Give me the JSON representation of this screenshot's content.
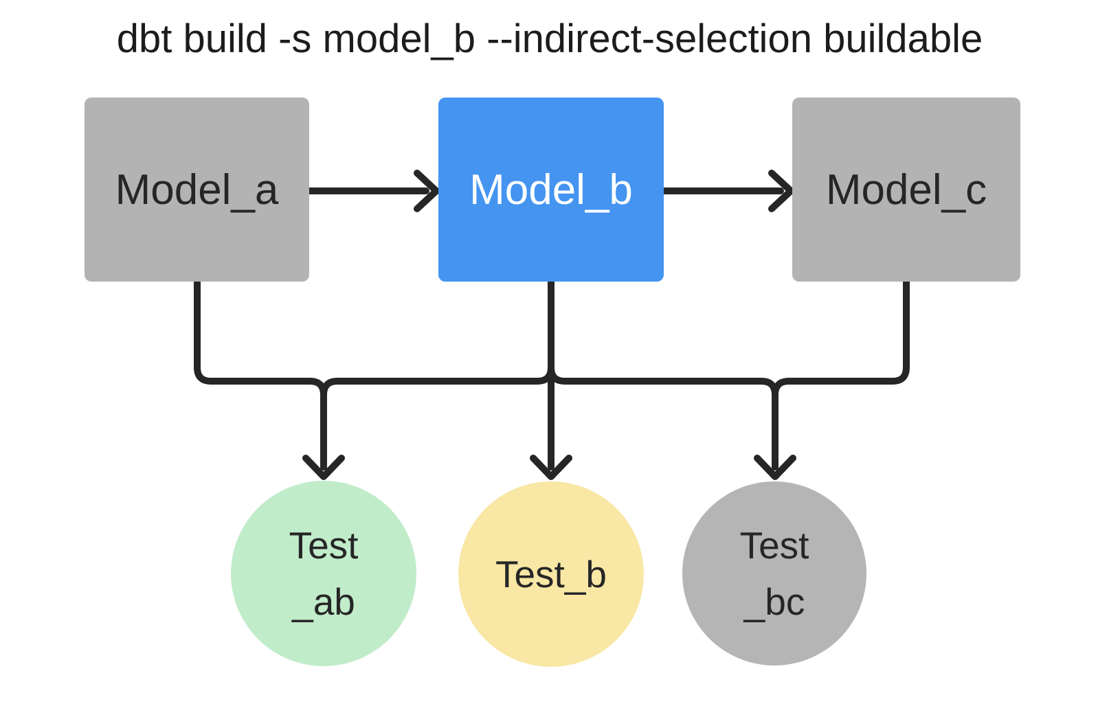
{
  "title": "dbt build -s model_b --indirect-selection buildable",
  "highlighted_node": "model_b",
  "nodes": {
    "model_a": {
      "label": "Model_a",
      "type": "model",
      "state": "unselected"
    },
    "model_b": {
      "label": "Model_b",
      "type": "model",
      "state": "selected"
    },
    "model_c": {
      "label": "Model_c",
      "type": "model",
      "state": "unselected"
    },
    "test_ab": {
      "label_line1": "Test",
      "label_line2": "_ab",
      "type": "test",
      "state": "green"
    },
    "test_b": {
      "label_line1": "Test_b",
      "label_line2": "",
      "type": "test",
      "state": "yellow"
    },
    "test_bc": {
      "label_line1": "Test",
      "label_line2": "_bc",
      "type": "test",
      "state": "gray"
    }
  },
  "edges": [
    {
      "from": "model_a",
      "to": "model_b"
    },
    {
      "from": "model_b",
      "to": "model_c"
    },
    {
      "from": "model_a",
      "to": "test_ab"
    },
    {
      "from": "model_b",
      "to": "test_ab"
    },
    {
      "from": "model_b",
      "to": "test_b"
    },
    {
      "from": "model_b",
      "to": "test_bc"
    },
    {
      "from": "model_c",
      "to": "test_bc"
    }
  ],
  "colors": {
    "background": "#ffffff",
    "title-color": "#1c1c1c",
    "line": "#262626",
    "node-gray": "#b3b3b3",
    "node-blue": "#4494f0",
    "test-green": "#c1ecca",
    "test-yellow": "#f8e7a5",
    "test-gray": "#b5b5b5",
    "text-dark": "#262626",
    "text-light": "#ffffff"
  }
}
